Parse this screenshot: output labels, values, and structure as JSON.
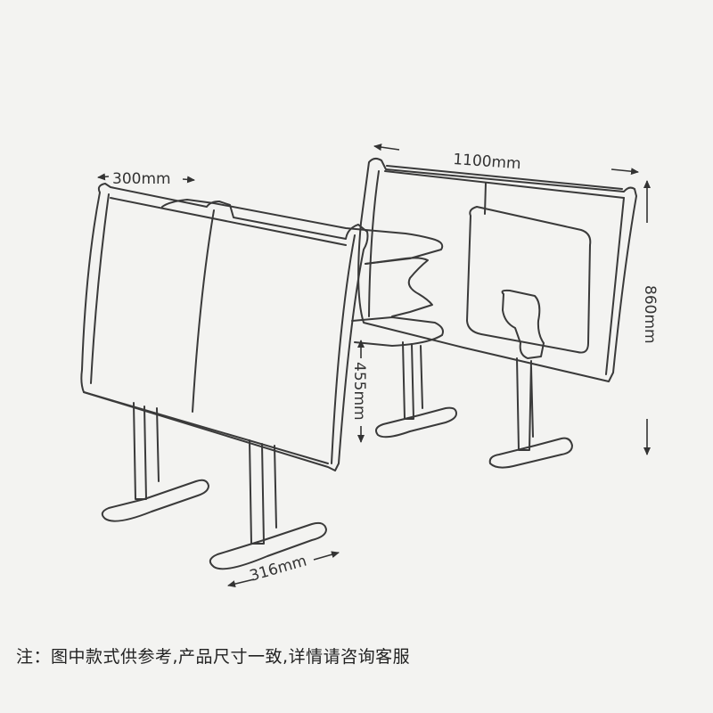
{
  "dimensions": {
    "depth_top": "300mm",
    "width": "1100mm",
    "height": "860mm",
    "seat_height": "455mm",
    "depth_bottom": "316mm"
  },
  "note": "注：图中款式供参考,产品尺寸一致,详情请咨询客服",
  "colors": {
    "background": "#f3f3f1",
    "line": "#3a3a3a",
    "text": "#333333"
  }
}
